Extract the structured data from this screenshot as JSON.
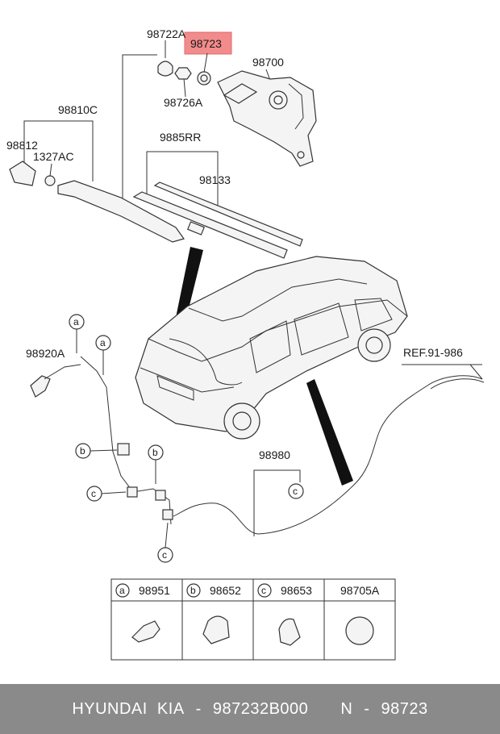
{
  "callouts": {
    "p98722A": "98722A",
    "p98723": "98723",
    "p98700": "98700",
    "p98726A": "98726A",
    "p98810C": "98810C",
    "p98812": "98812",
    "p1327AC": "1327AC",
    "p9885RR": "9885RR",
    "p98133": "98133",
    "p98920A": "98920A",
    "p98980": "98980",
    "ref": "REF.91-986"
  },
  "markers": {
    "a": "a",
    "b": "b",
    "c": "c"
  },
  "legend": {
    "cells": [
      {
        "marker": "a",
        "part": "98951"
      },
      {
        "marker": "b",
        "part": "98652"
      },
      {
        "marker": "c",
        "part": "98653"
      },
      {
        "marker": "",
        "part": "98705A"
      }
    ]
  },
  "footer": {
    "brand": "HYUNDAI  KIA",
    "sep1": "-",
    "partno": "987232B000",
    "n": "N",
    "sep2": "-",
    "code": "98723"
  },
  "colors": {
    "highlight": "#f28b8b",
    "footer_bg": "#8a8a8a"
  }
}
